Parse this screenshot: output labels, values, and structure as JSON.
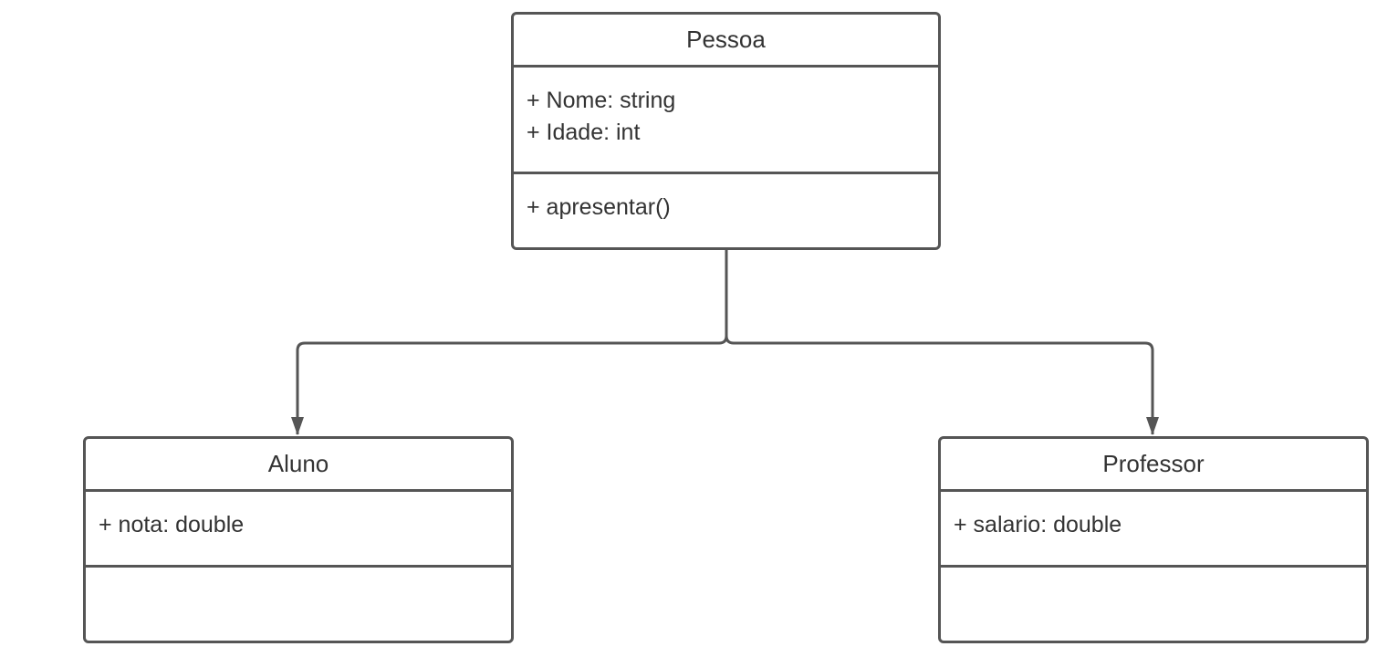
{
  "diagram": {
    "classes": [
      {
        "name": "Pessoa",
        "attributes": [
          "+ Nome: string",
          "+ Idade: int"
        ],
        "methods": [
          "+ apresentar()"
        ]
      },
      {
        "name": "Aluno",
        "attributes": [
          "+ nota: double"
        ],
        "methods": []
      },
      {
        "name": "Professor",
        "attributes": [
          "+ salario: double"
        ],
        "methods": []
      }
    ],
    "relationships": [
      {
        "from": "Pessoa",
        "to": "Aluno",
        "type": "arrow"
      },
      {
        "from": "Pessoa",
        "to": "Professor",
        "type": "arrow"
      }
    ],
    "colors": {
      "stroke": "#555555",
      "text": "#333333",
      "background": "#ffffff"
    }
  }
}
